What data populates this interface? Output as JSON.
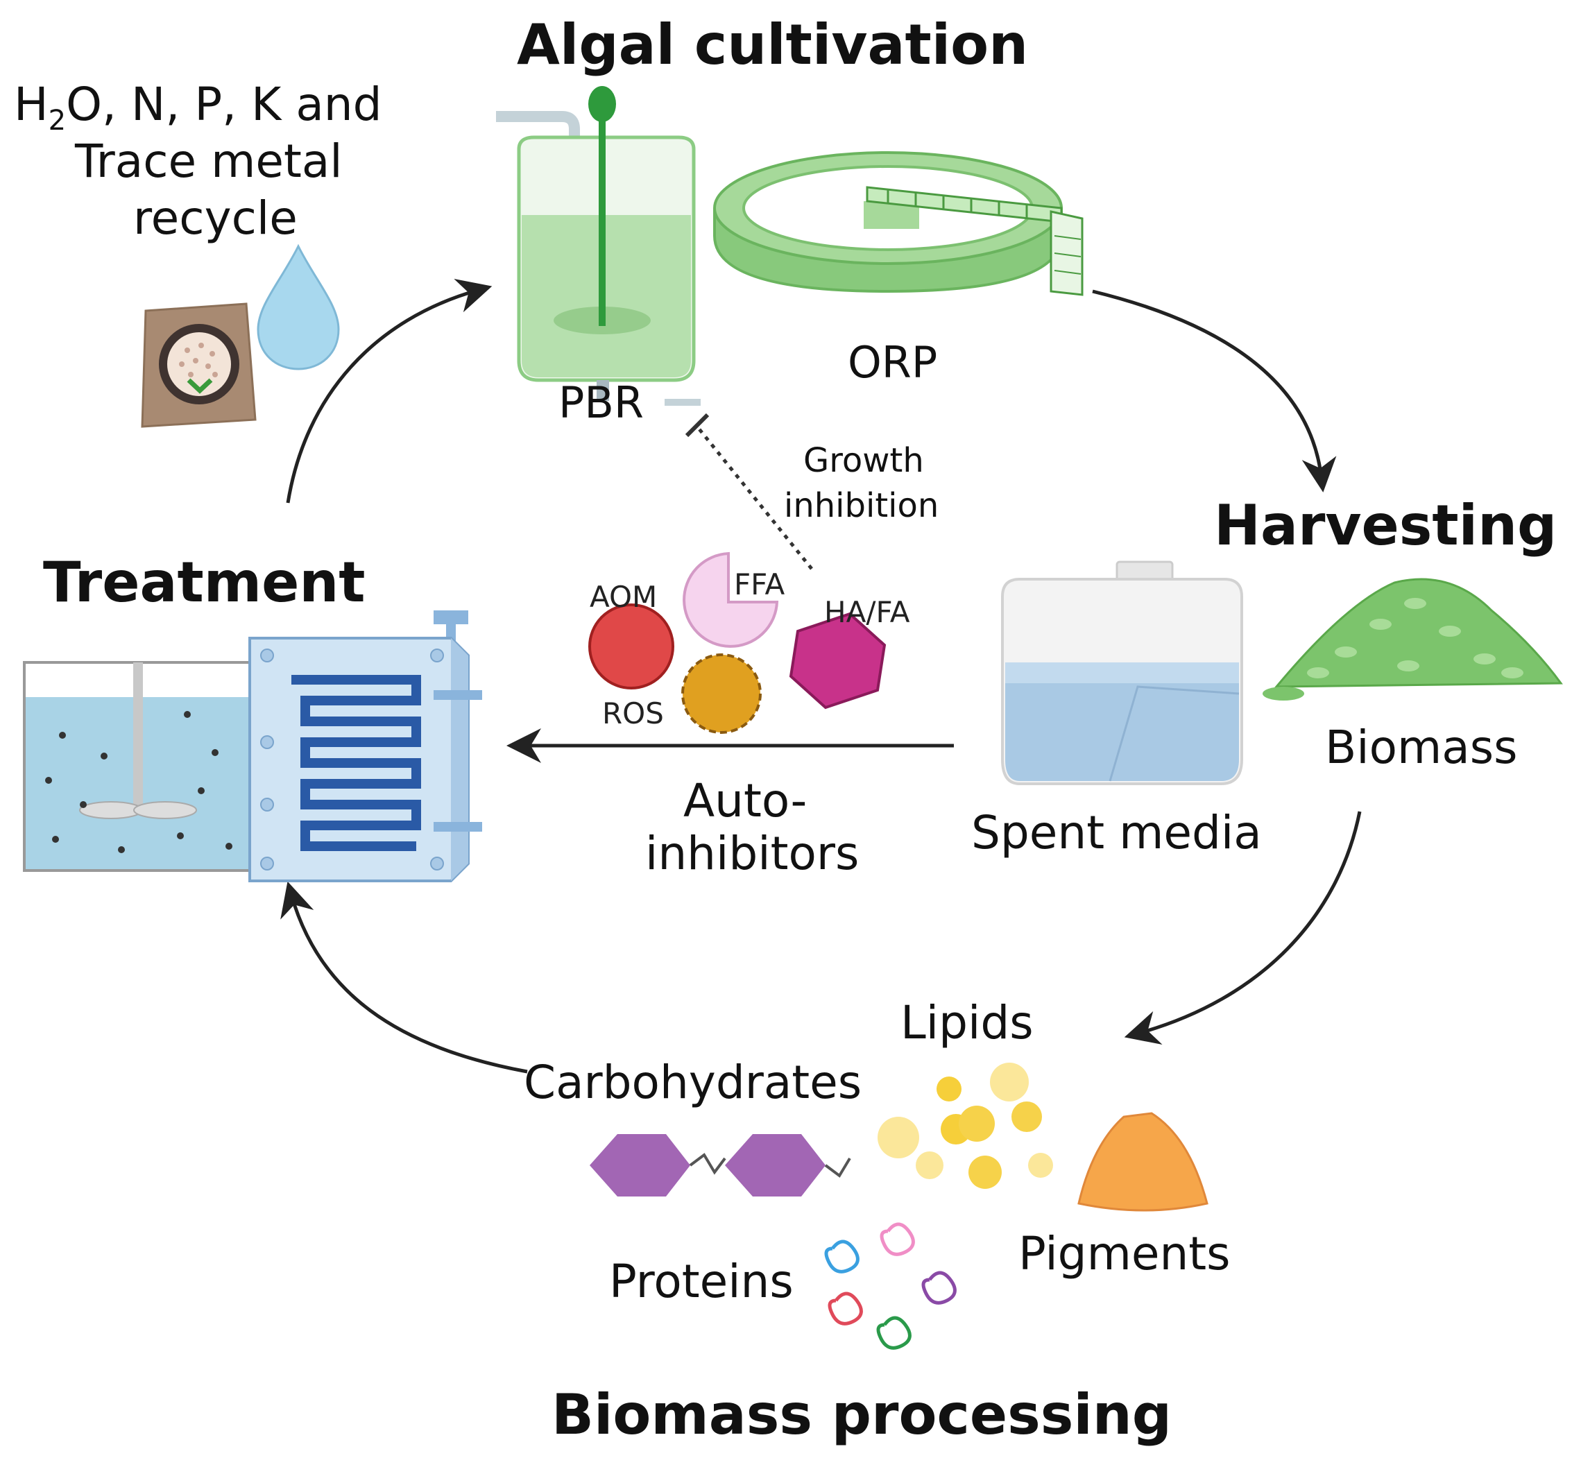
{
  "stages": {
    "algal_cultivation": "Algal cultivation",
    "harvesting": "Harvesting",
    "biomass_processing": "Biomass processing",
    "treatment": "Treatment"
  },
  "nutrient_recycle": {
    "line1_pre": "H",
    "line1_sub": "2",
    "line1_post": "O, N, P, K and",
    "line2": "Trace metal",
    "line3": "recycle"
  },
  "cultivation": {
    "pbr": "PBR",
    "orp": "ORP"
  },
  "harvest": {
    "spent_media": "Spent media",
    "biomass": "Biomass"
  },
  "inhibition": {
    "growth_line1": "Growth",
    "growth_line2": "inhibition",
    "aom": "AOM",
    "ffa": "FFA",
    "ha_fa": "HA/FA",
    "ros": "ROS",
    "auto_line1": "Auto-",
    "auto_line2": "inhibitors"
  },
  "products": {
    "lipids": "Lipids",
    "carbohydrates": "Carbohydrates",
    "pigments": "Pigments",
    "proteins": "Proteins"
  },
  "colors": {
    "reactor_green": "#a8d8a0",
    "reactor_dark_green": "#2e9a3c",
    "water_blue": "#a9d3e6",
    "aom_red": "#e04848",
    "ffa_pink": "#f6d4ee",
    "hafa_magenta": "#c8328a",
    "ros_orange": "#e0a020",
    "carb_purple": "#a266b4",
    "lipid_yellow": "#f6d24a",
    "pigment_orange": "#f6a64a",
    "arrow": "#222222"
  },
  "icons": [
    "fertilizer-bag-icon",
    "water-drop-icon",
    "photobioreactor-icon",
    "open-raceway-pond-icon",
    "spent-media-container-icon",
    "biomass-pile-icon",
    "stirred-tank-icon",
    "membrane-module-icon",
    "protein-cluster-icon"
  ]
}
